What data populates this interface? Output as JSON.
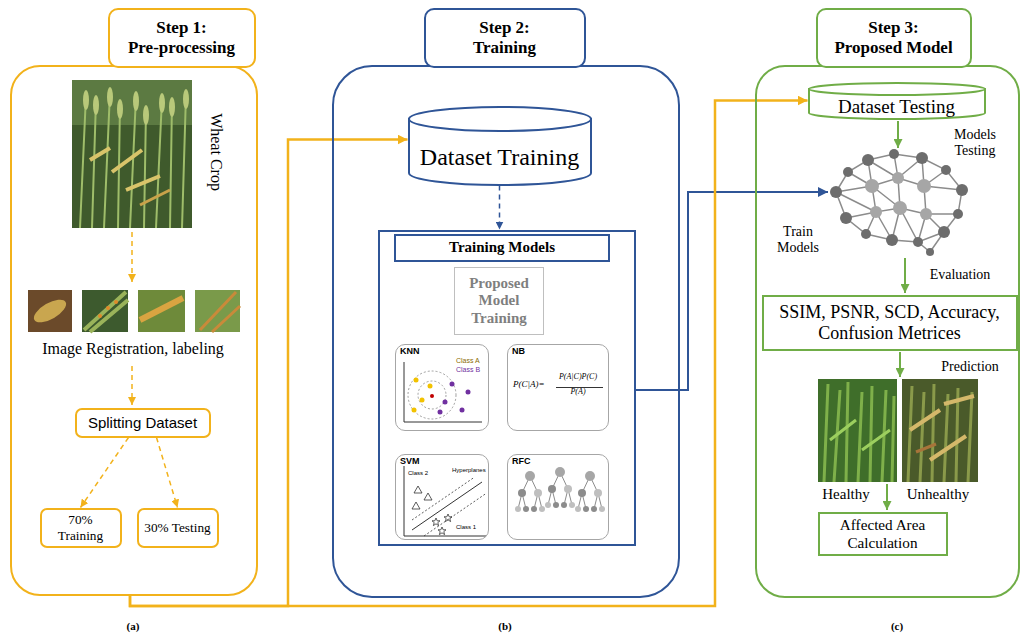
{
  "diagram": {
    "nodes": [
      {
        "text": [
          "Step 1:",
          "Pre-processing"
        ]
      },
      {
        "text": [
          "Splitting Dataset"
        ],
        "in": 0
      },
      {
        "text": [
          "70% Training"
        ],
        "in": 0
      },
      {
        "text": [
          "30% Testing"
        ],
        "in": 0
      },
      {
        "text": [
          "Step 2:",
          "Training"
        ]
      },
      {
        "text": [
          "Dataset Training"
        ],
        "in": 4
      },
      {
        "text": [
          "Training Models"
        ],
        "in": 4
      },
      {
        "text": [
          "Proposed Model Training"
        ],
        "in": 6
      },
      {
        "text": [
          "KNN",
          "Class A",
          "Class B"
        ],
        "in": 6
      },
      {
        "text": [
          "NB",
          "P(C|A)=",
          "P(A|C)P(C)",
          "P(A)"
        ],
        "in": 6
      },
      {
        "text": [
          "SVM",
          "Class 2",
          "Hyperplanes",
          "Class 1"
        ],
        "in": 6
      },
      {
        "text": [
          "RFC"
        ],
        "in": 6
      },
      {
        "text": [
          "Step 3:",
          "Proposed Model"
        ]
      },
      {
        "text": [
          "Dataset Testing"
        ],
        "in": 12
      },
      {
        "text": [
          "SSIM, PSNR, SCD, Accuracy, Confusion Metrices"
        ],
        "in": 12
      },
      {
        "text": [
          "Affected Area Calculation"
        ],
        "in": 12
      }
    ],
    "edges": [
      {
        "from": 1,
        "to": 2,
        "arrow": "to"
      },
      {
        "from": 1,
        "to": 3,
        "arrow": "to"
      },
      {
        "from": 0,
        "to": 5,
        "arrow": "to"
      },
      {
        "from": 0,
        "to": 13,
        "arrow": "to"
      },
      {
        "from": 5,
        "to": 6,
        "arrow": "to"
      }
    ],
    "labels": [
      "Wheat Crop",
      "Image Registration, labeling",
      "Models Testing",
      "Train Models",
      "Evaluation",
      "Prediction",
      "Healthy",
      "Unhealthy",
      "(a)",
      "(b)",
      "(c)"
    ]
  }
}
